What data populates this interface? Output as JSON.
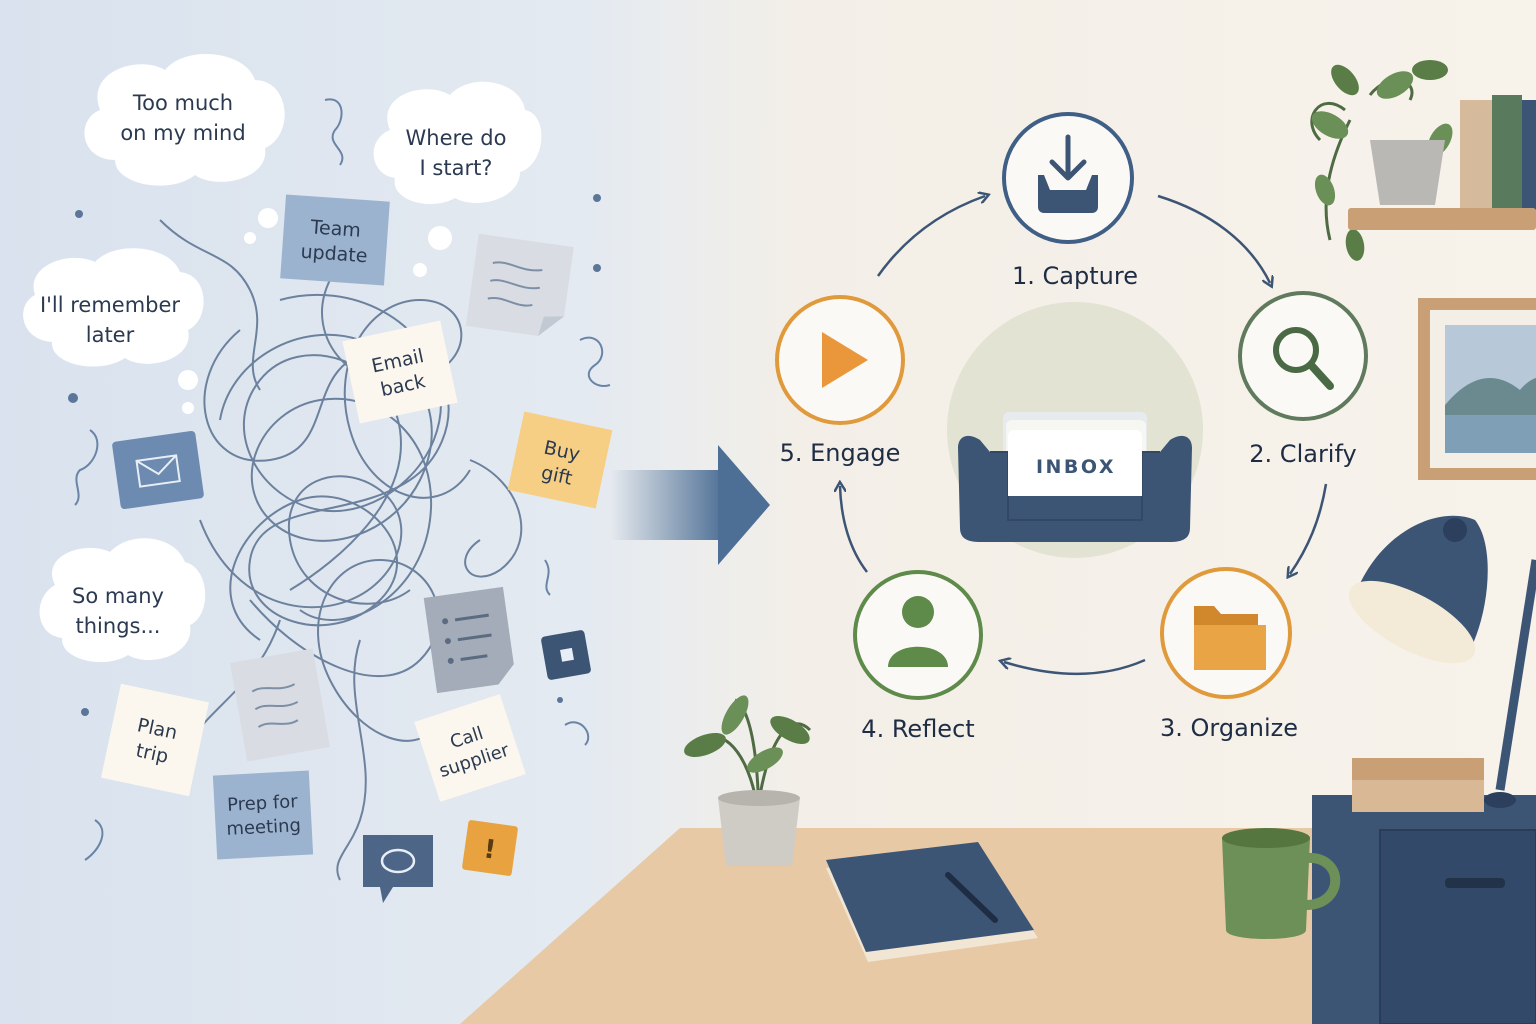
{
  "thoughts": [
    {
      "line1": "Too much",
      "line2": "on my mind"
    },
    {
      "line1": "Where do",
      "line2": "I start?"
    },
    {
      "line1": "I'll remember",
      "line2": "later"
    },
    {
      "line1": "So many",
      "line2": "things..."
    }
  ],
  "notes": [
    {
      "line1": "Team",
      "line2": "update"
    },
    {
      "line1": "Email",
      "line2": "back"
    },
    {
      "line1": "Buy",
      "line2": "gift"
    },
    {
      "line1": "Plan",
      "line2": "trip"
    },
    {
      "line1": "Prep for",
      "line2": "meeting"
    },
    {
      "line1": "Call",
      "line2": "supplier"
    }
  ],
  "steps": [
    {
      "label": "1. Capture",
      "icon": "download-tray-icon",
      "color": "#3f5f86"
    },
    {
      "label": "2. Clarify",
      "icon": "magnifier-icon",
      "color": "#5f7a5c"
    },
    {
      "label": "3. Organize",
      "icon": "folder-icon",
      "color": "#e09a3c"
    },
    {
      "label": "4. Reflect",
      "icon": "person-icon",
      "color": "#5e8a4a"
    },
    {
      "label": "5. Engage",
      "icon": "play-icon",
      "color": "#e09a3c"
    }
  ],
  "inbox": {
    "label": "INBOX"
  },
  "colors": {
    "navy": "#3d5575",
    "accent_orange": "#e09a3c",
    "green": "#6b8f52",
    "left_bg": "#dfe6ef",
    "right_bg": "#f6f1ea",
    "desk": "#e7c9a6"
  }
}
